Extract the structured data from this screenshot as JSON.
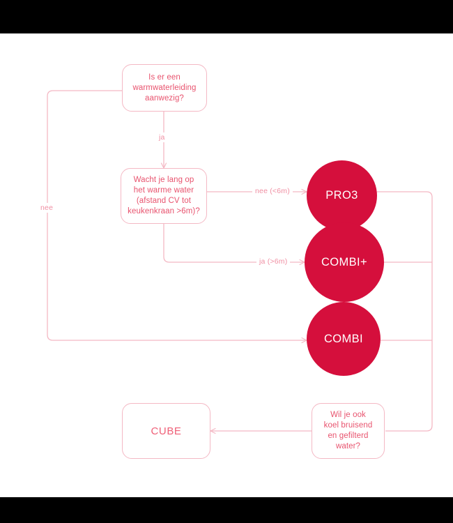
{
  "meta": {
    "title": "Boiler keuzehulp stroomschema",
    "accent_circle": "#d50f3c",
    "accent_line": "#f4b8c4",
    "accent_text": "#e8536e",
    "background": "#ffffff",
    "letterbox": "#000000"
  },
  "nodes": {
    "q1": {
      "label": "Is er een\nwarmwaterleiding\naanwezig?"
    },
    "q2": {
      "label": "Wacht je lang op\nhet warme water\n(afstand CV tot\nkeukenkraan >6m)?"
    },
    "q3": {
      "label": "Wil je ook\nkoel bruisend\nen gefilterd\nwater?"
    },
    "pro3": {
      "label": "PRO3"
    },
    "combiplus": {
      "label": "COMBI+"
    },
    "combi": {
      "label": "COMBI"
    },
    "cube": {
      "label": "CUBE"
    }
  },
  "edges": {
    "q1_to_q2": {
      "label": "ja"
    },
    "q1_to_combi": {
      "label": "nee"
    },
    "q2_to_pro3": {
      "label": "nee (<6m)"
    },
    "q2_to_combiplus": {
      "label": "ja (>6m)"
    },
    "pro3_to_q3": {
      "label": ""
    },
    "combiplus_to_q3": {
      "label": ""
    },
    "combi_to_q3": {
      "label": ""
    },
    "q3_to_cube": {
      "label": ""
    }
  },
  "chart_data": {
    "type": "diagram",
    "title": "Boiler keuzehulp stroomschema",
    "node_list": [
      {
        "id": "q1",
        "type": "decision",
        "text": "Is er een warmwaterleiding aanwezig?"
      },
      {
        "id": "q2",
        "type": "decision",
        "text": "Wacht je lang op het warme water (afstand CV tot keukenkraan >6m)?"
      },
      {
        "id": "pro3",
        "type": "result",
        "text": "PRO3"
      },
      {
        "id": "combiplus",
        "type": "result",
        "text": "COMBI+"
      },
      {
        "id": "combi",
        "type": "result",
        "text": "COMBI"
      },
      {
        "id": "q3",
        "type": "decision",
        "text": "Wil je ook koel bruisend en gefilterd water?"
      },
      {
        "id": "cube",
        "type": "result",
        "text": "CUBE"
      }
    ],
    "edge_list": [
      {
        "from": "q1",
        "to": "q2",
        "label": "ja"
      },
      {
        "from": "q1",
        "to": "combi",
        "label": "nee"
      },
      {
        "from": "q2",
        "to": "pro3",
        "label": "nee (<6m)"
      },
      {
        "from": "q2",
        "to": "combiplus",
        "label": "ja (>6m)"
      },
      {
        "from": "pro3",
        "to": "q3",
        "label": ""
      },
      {
        "from": "combiplus",
        "to": "q3",
        "label": ""
      },
      {
        "from": "combi",
        "to": "q3",
        "label": ""
      },
      {
        "from": "q3",
        "to": "cube",
        "label": ""
      }
    ]
  }
}
